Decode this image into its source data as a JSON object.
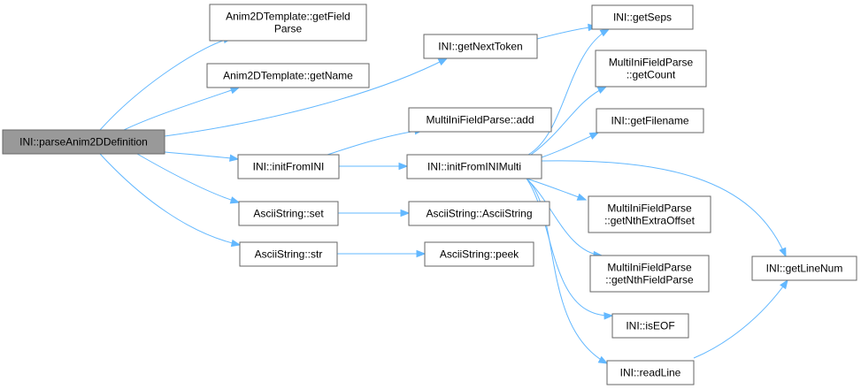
{
  "nodes": [
    {
      "id": "root",
      "lines": [
        "INI::parseAnim2DDefinition"
      ],
      "root": true
    },
    {
      "id": "getFieldParse",
      "lines": [
        "Anim2DTemplate::getField",
        "Parse"
      ]
    },
    {
      "id": "getName",
      "lines": [
        "Anim2DTemplate::getName"
      ]
    },
    {
      "id": "getNextToken",
      "lines": [
        "INI::getNextToken"
      ]
    },
    {
      "id": "getSeps",
      "lines": [
        "INI::getSeps"
      ]
    },
    {
      "id": "getCount",
      "lines": [
        "MultiIniFieldParse",
        "::getCount"
      ]
    },
    {
      "id": "add",
      "lines": [
        "MultiIniFieldParse::add"
      ]
    },
    {
      "id": "getFilename",
      "lines": [
        "INI::getFilename"
      ]
    },
    {
      "id": "initFromINI",
      "lines": [
        "INI::initFromINI"
      ]
    },
    {
      "id": "initFromINIMulti",
      "lines": [
        "INI::initFromINIMulti"
      ]
    },
    {
      "id": "set",
      "lines": [
        "AsciiString::set"
      ]
    },
    {
      "id": "asciiCtor",
      "lines": [
        "AsciiString::AsciiString"
      ]
    },
    {
      "id": "getNthExtraOffset",
      "lines": [
        "MultiIniFieldParse",
        "::getNthExtraOffset"
      ]
    },
    {
      "id": "str",
      "lines": [
        "AsciiString::str"
      ]
    },
    {
      "id": "peek",
      "lines": [
        "AsciiString::peek"
      ]
    },
    {
      "id": "getNthFieldParse",
      "lines": [
        "MultiIniFieldParse",
        "::getNthFieldParse"
      ]
    },
    {
      "id": "getLineNum",
      "lines": [
        "INI::getLineNum"
      ]
    },
    {
      "id": "isEOF",
      "lines": [
        "INI::isEOF"
      ]
    },
    {
      "id": "readLine",
      "lines": [
        "INI::readLine"
      ]
    }
  ],
  "edges": [
    {
      "from": "root",
      "to": "getFieldParse"
    },
    {
      "from": "root",
      "to": "getName"
    },
    {
      "from": "root",
      "to": "getNextToken"
    },
    {
      "from": "root",
      "to": "initFromINI"
    },
    {
      "from": "root",
      "to": "set"
    },
    {
      "from": "root",
      "to": "str"
    },
    {
      "from": "getNextToken",
      "to": "getSeps"
    },
    {
      "from": "initFromINI",
      "to": "add"
    },
    {
      "from": "initFromINI",
      "to": "initFromINIMulti"
    },
    {
      "from": "initFromINIMulti",
      "to": "getSeps"
    },
    {
      "from": "initFromINIMulti",
      "to": "getCount"
    },
    {
      "from": "initFromINIMulti",
      "to": "getFilename"
    },
    {
      "from": "initFromINIMulti",
      "to": "getLineNum"
    },
    {
      "from": "initFromINIMulti",
      "to": "getNthExtraOffset"
    },
    {
      "from": "initFromINIMulti",
      "to": "getNthFieldParse"
    },
    {
      "from": "initFromINIMulti",
      "to": "isEOF"
    },
    {
      "from": "initFromINIMulti",
      "to": "readLine"
    },
    {
      "from": "set",
      "to": "asciiCtor"
    },
    {
      "from": "str",
      "to": "peek"
    },
    {
      "from": "readLine",
      "to": "getLineNum"
    }
  ]
}
